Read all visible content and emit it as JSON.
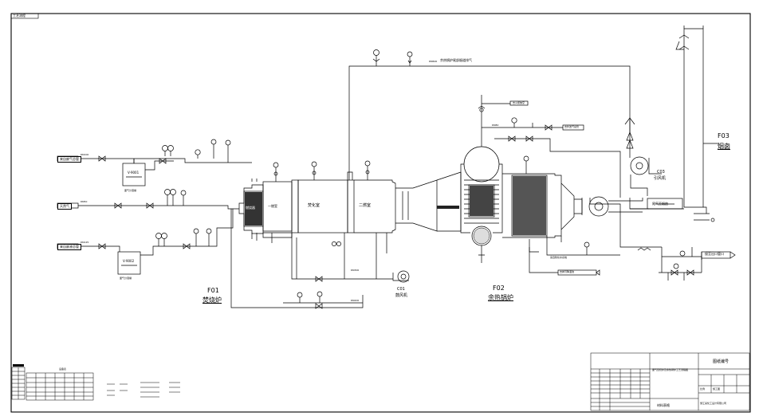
{
  "drawing": {
    "top_tab": "工艺流程",
    "units": {
      "incinerator": {
        "code": "F01",
        "name": "焚烧炉"
      },
      "boiler": {
        "code": "F02",
        "name": "余热锅炉"
      },
      "chimney": {
        "code": "F03",
        "name": "烟囱"
      },
      "fan": {
        "code": "C03",
        "name": "引风机"
      },
      "blower": {
        "code": "C01",
        "name": "鼓风机"
      }
    },
    "furnace_sections": [
      "燃烧器",
      "一燃室",
      "焚化室",
      "二燃室"
    ],
    "vessels": [
      {
        "code": "V-9001",
        "name": "废气分液罐"
      },
      {
        "code": "V-9002",
        "name": "废气分液罐"
      }
    ],
    "inlet_tags": [
      "来自废气总管",
      "天然气",
      "来自废液总管"
    ],
    "line_codes": {
      "inlet1": "DN100",
      "inlet2": "DN50",
      "inlet3": "DN125",
      "steam_out": "DN80",
      "top_duct": "DN600",
      "furnace_air1": "DN300",
      "furnace_air2": "DN200"
    },
    "top_duct_label": "余热锅炉尾部烟道排气",
    "boiler_labels": {
      "to_vent": "去火炬放空",
      "to_steam": "去外送汽总管",
      "from_softwater": "来自软化水系统",
      "to_sewer": "去排污降温池"
    },
    "flue_tag": "尾气至烟囱",
    "outlet_tag": "接至出口管口",
    "title_block": {
      "company": "浙江某化工设计有限公司",
      "drawing_name": "废气焚烧炉及余热锅炉工艺流程图",
      "drawing_title": "图纸编号",
      "stage": "施工图",
      "scale": "比例",
      "materials": "材料表格"
    },
    "legend_title": "设备表"
  }
}
